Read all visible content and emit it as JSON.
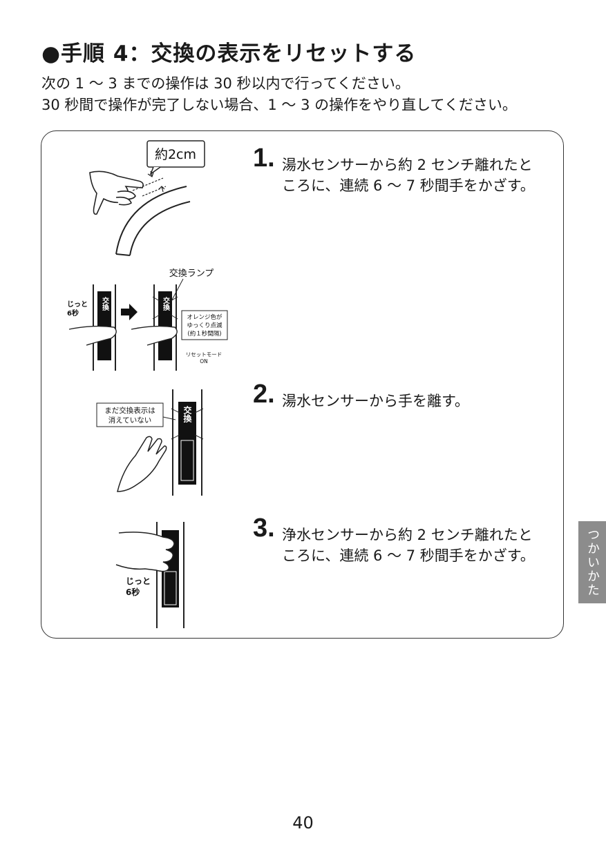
{
  "heading": "●手順 4：交換の表示をリセットする",
  "intro": {
    "line1": "次の 1 ～ 3 までの操作は 30 秒以内で行ってください。",
    "line2": "30 秒間で操作が完了しない場合、1 ～ 3 の操作をやり直してください。"
  },
  "steps": [
    {
      "num": "1.",
      "line1": "湯水センサーから約 2 センチ離れたと",
      "line2": "ころに、連続 6 ～ 7 秒間手をかざす。"
    },
    {
      "num": "2.",
      "line1": "湯水センサーから手を離す。"
    },
    {
      "num": "3.",
      "line1": "浄水センサーから約 2 センチ離れたと",
      "line2": "ころに、連続 6 ～ 7 秒間手をかざす。"
    }
  ],
  "figures": {
    "fig1_distance": "約2cm",
    "fig2_lamp_label": "交換ランプ",
    "fig2_hold_line1": "じっと",
    "fig2_hold_line2": "6秒",
    "fig2_lamp_text": "交換",
    "fig2_note_line1": "オレンジ色が",
    "fig2_note_line2": "ゆっくり点滅",
    "fig2_note_line3": "(約１秒間隔)",
    "fig2_reset_line1": "リセットモード",
    "fig2_reset_line2": "ON",
    "fig3_note_line1": "まだ交換表示は",
    "fig3_note_line2": "消えていない",
    "fig3_lamp_text": "交換",
    "fig4_hold_line1": "じっと",
    "fig4_hold_line2": "6秒"
  },
  "side_tab": "つかいかた",
  "page_number": "40"
}
